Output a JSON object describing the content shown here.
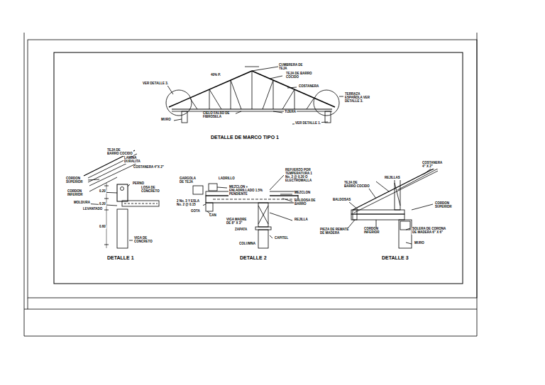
{
  "diagram": {
    "labels": [
      "CUMBRERA DE TEJA",
      "TEJA DE BARRO COCIDO",
      "COSTANERA",
      "VER DETALLE 3.",
      "40% P.",
      "TERRAZA ESPAÑOLA VER DETALLE 3.",
      "CIELO FALSO DE FIBROSELA",
      "TIJERA",
      "MURO",
      "VER DETALLE 1.",
      "DETALLE DE MARCO TIPO 1",
      "TEJA DE BARRO COCIDO",
      "LAMINA DURALITA",
      "COSTANERA 4\"X 2\"",
      "CORDON SUPERIOR",
      "PERNO",
      "CORDON INFERIOR",
      "LOSA DE CONCRETO",
      "MOLDURA",
      "LEVANTADO",
      "VIGA DE CONCRETO",
      "0.20",
      "0.20",
      "0.60",
      "DETALLE 1",
      "GARGOLA DE TEJA",
      "LADRILLO",
      "REFUERZO POR TEMPERATURA 1 No. 2 @ 0.20 O ELECTROMALLA",
      "MEZCLON + ENLADRILLADO 1.5% PENDIENTE",
      "MEZCLON",
      "BALDOSA DE BARRO",
      "2 No. 3 Y ESLA No. 2 @ 0.15",
      "GOTA",
      "CAN",
      "VIGA MADRE DE 8\" X 3\"",
      "ZAPATA",
      "REJILLA",
      "CAPITEL",
      "COLUMNA",
      "DETALLE 2",
      "COSTANERA 4\" X 2\"",
      "REJILLAS",
      "TEJA DE BARRO COCIDO",
      "BALDOSAS",
      "CORDON SUPERIOR",
      "PIEZA DE REMATE DE MADERA",
      "CORDON INFERIOR",
      "SOLERA DE CORONA DE MADERA 6\" X 6\"",
      "MURO",
      "DETALLE 3"
    ]
  }
}
